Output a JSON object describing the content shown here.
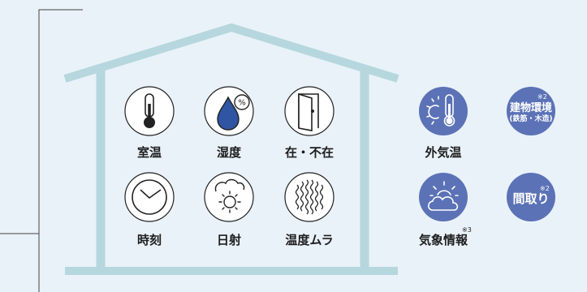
{
  "colors": {
    "background": "#e9f2f9",
    "house_outline": "#b5d7dd",
    "icon_circle_fill": "#ffffff",
    "icon_stroke": "#222222",
    "badge_fill": "#5b72b6",
    "water_drop": "#2f55a3",
    "bracket_line": "#444444"
  },
  "indoor_sensors": [
    {
      "label": "室温",
      "icon": "thermometer-icon"
    },
    {
      "label": "湿度",
      "icon": "humidity-drop-icon",
      "icon_text": "%"
    },
    {
      "label": "在・不在",
      "icon": "door-icon"
    },
    {
      "label": "時刻",
      "icon": "clock-icon"
    },
    {
      "label": "日射",
      "icon": "sun-cloud-icon"
    },
    {
      "label": "温度ムラ",
      "icon": "heat-wave-icon"
    }
  ],
  "outdoor_data": [
    {
      "label": "外気温",
      "icon": "outdoor-thermometer-icon"
    },
    {
      "label": "気象情報",
      "icon": "weather-icon",
      "note": "※3"
    }
  ],
  "badges": [
    {
      "text_lines": [
        "建物環境",
        "(鉄筋・木造)"
      ],
      "note": "※2"
    },
    {
      "text_lines": [
        "間取り"
      ],
      "note": "※2"
    }
  ]
}
